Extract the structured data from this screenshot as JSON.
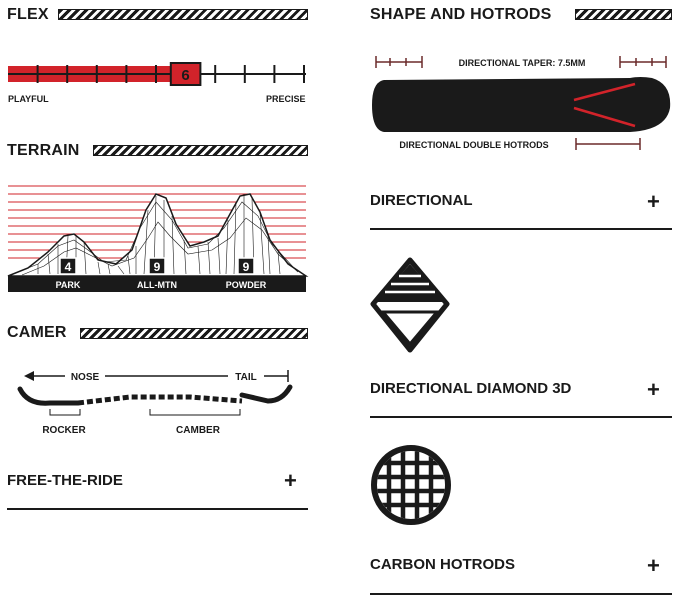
{
  "flex": {
    "title": "FLEX",
    "value": 6,
    "value_label": "6",
    "max": 10,
    "left_label": "PLAYFUL",
    "right_label": "PRECISE",
    "accent": "#d2232a"
  },
  "terrain": {
    "title": "TERRAIN",
    "items": [
      {
        "label": "PARK",
        "score": "4"
      },
      {
        "label": "ALL-MTN",
        "score": "9"
      },
      {
        "label": "POWDER",
        "score": "9"
      }
    ]
  },
  "camber": {
    "title": "CAMER",
    "nose_label": "NOSE",
    "tail_label": "TAIL",
    "rocker_label": "ROCKER",
    "camber_label": "CAMBER"
  },
  "shape": {
    "title": "SHAPE AND HOTRODS",
    "taper_label": "DIRECTIONAL TAPER: 7.5MM",
    "hotrods_label": "DIRECTIONAL DOUBLE HOTRODS"
  },
  "accordions": {
    "free_the_ride": {
      "label": "FREE-THE-RIDE",
      "toggle": "+"
    },
    "directional": {
      "label": "DIRECTIONAL",
      "toggle": "+"
    },
    "diamond": {
      "label": "DIRECTIONAL DIAMOND 3D",
      "toggle": "+"
    },
    "carbon": {
      "label": "CARBON HOTRODS",
      "toggle": "+"
    }
  },
  "colors": {
    "accent_red": "#d2232a",
    "ink": "#1a1a1a"
  }
}
